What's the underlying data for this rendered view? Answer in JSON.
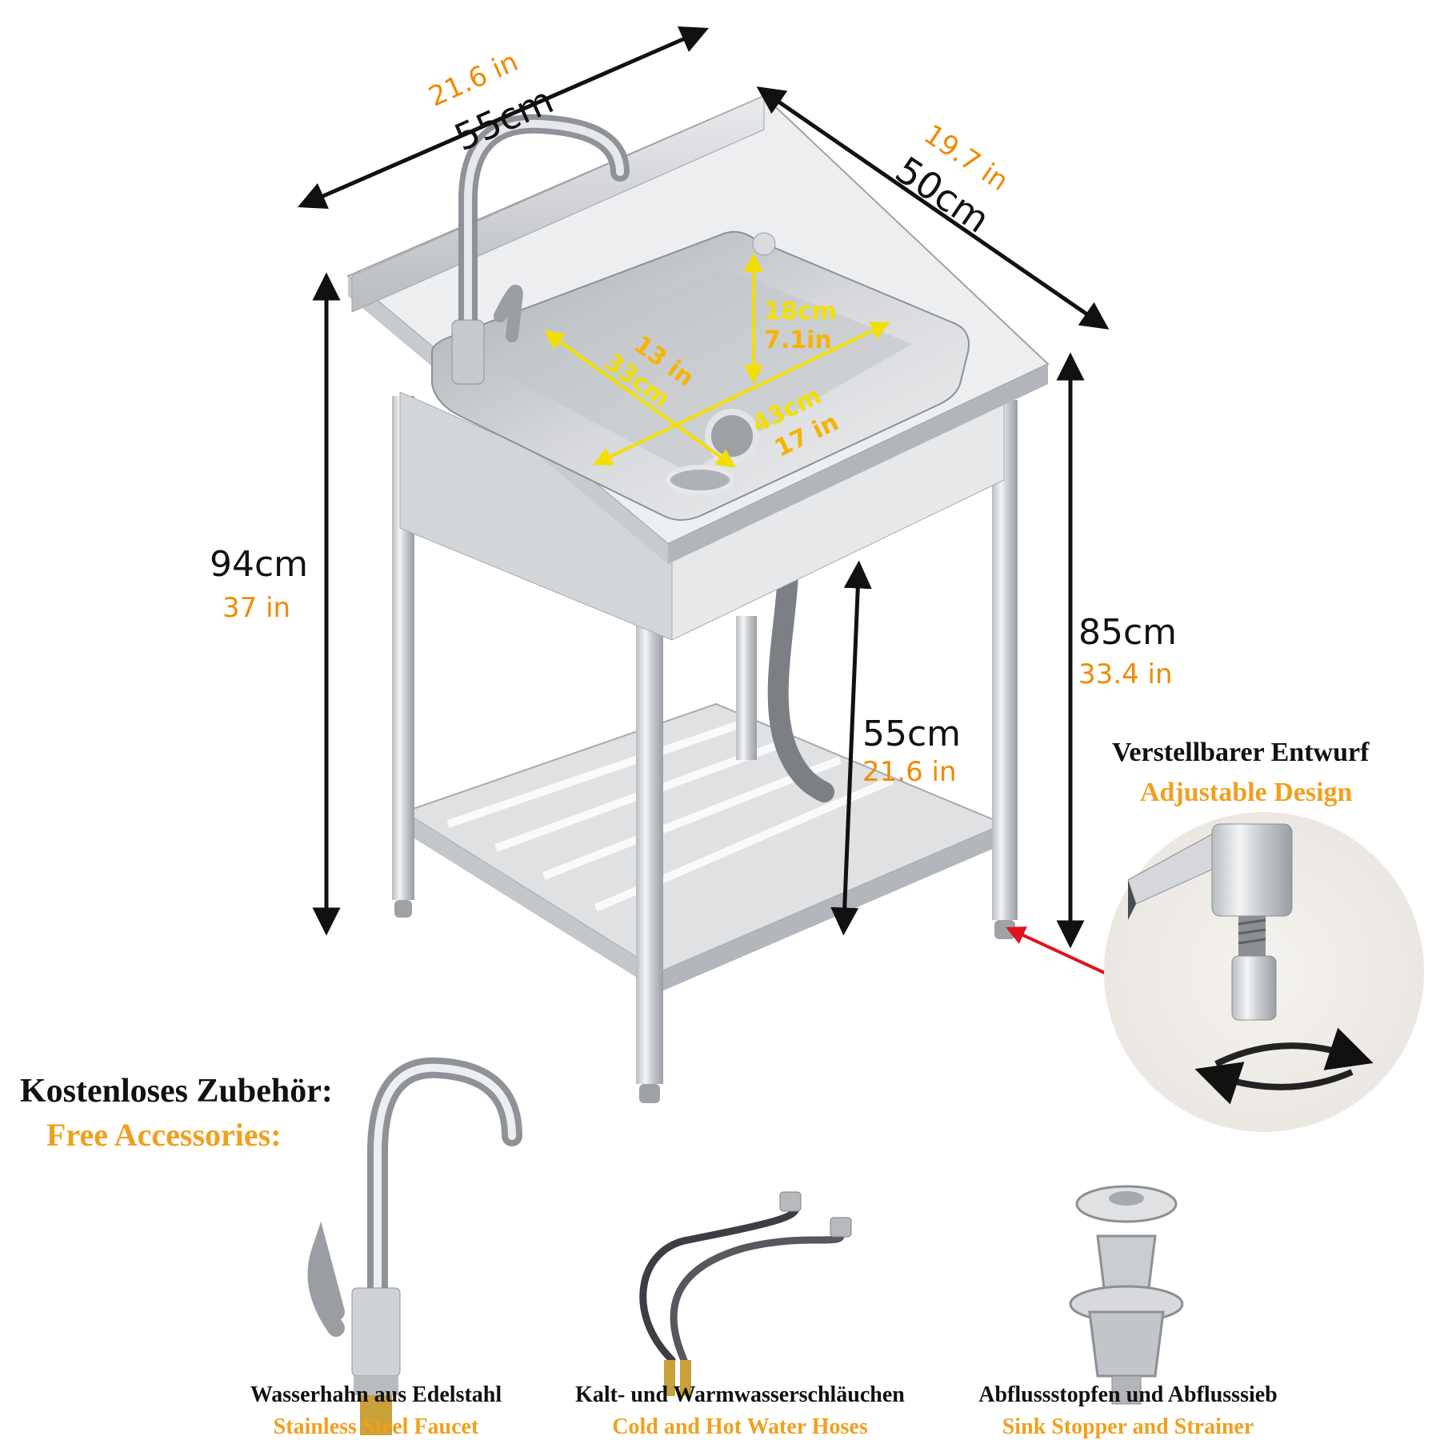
{
  "dimensions": {
    "width_cm": "55cm",
    "width_in": "21.6 in",
    "depth_cm": "50cm",
    "depth_in": "19.7 in",
    "height_cm": "94cm",
    "height_in": "37 in",
    "counter_cm": "85cm",
    "counter_in": "33.4 in",
    "shelf_cm": "55cm",
    "shelf_in": "21.6 in",
    "basin_depth_cm": "18cm",
    "basin_depth_in": "7.1in",
    "basin_width_in": "13 in",
    "basin_width_cm": "33cm",
    "basin_length_cm": "43cm",
    "basin_length_in": "17 in"
  },
  "adjustable": {
    "title_de": "Verstellbarer Entwurf",
    "title_en": "Adjustable Design"
  },
  "accessories": {
    "heading_de": "Kostenloses Zubehör:",
    "heading_en": "Free Accessories:",
    "items": [
      {
        "name_de": "Wasserhahn aus Edelstahl",
        "name_en": "Stainless Steel Faucet"
      },
      {
        "name_de": "Kalt- und Warmwasserschläuchen",
        "name_en": "Cold and Hot Water Hoses"
      },
      {
        "name_de": "Abflussstopfen und Abflusssieb",
        "name_en": "Sink Stopper and Strainer"
      }
    ]
  },
  "colors": {
    "accent_orange": "#f08a00",
    "accent_yellow": "#f2df00",
    "pointer_red": "#e0141e"
  }
}
